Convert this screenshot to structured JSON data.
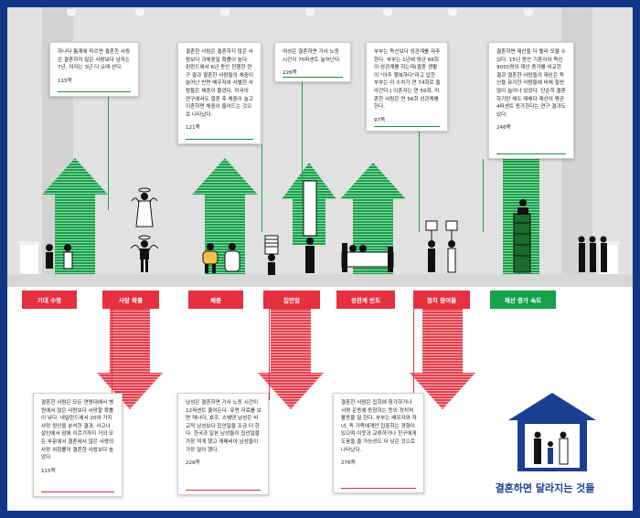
{
  "title": "결혼하면 달라지는 것들",
  "categories": [
    {
      "label": "기대 수명",
      "direction": "up"
    },
    {
      "label": "사망 확률",
      "direction": "down"
    },
    {
      "label": "체중",
      "direction": "up"
    },
    {
      "label": "집안일",
      "direction": "down"
    },
    {
      "label": "성관계 빈도",
      "direction": "up"
    },
    {
      "label": "정치 참여율",
      "direction": "down"
    },
    {
      "label": "재산 증가 속도",
      "direction": "up"
    }
  ],
  "notes_top": [
    {
      "text": "하나다 통계에 따르면 결혼한 사람은 결혼하지 않은 사람보다 남자는 7년, 여자는 3년 더 오래 산다.",
      "page": "115쪽"
    },
    {
      "text": "결혼한 사람은 결혼하지 않은 사람보다 과체중일 확률이 높다. 핀란드에서 6년 동안 진행한 연구 결과 결혼한 사람들의 체중이 늘어난 반면 배우자와 사별한 사람들은 체중이 줄었다. 미국의 연구에서도 결혼 후 체중이 늘고 이혼하면 체중이 줄어드는 것으로 나타났다.",
      "page": "121쪽"
    },
    {
      "text": "여성은 결혼하면 가사 노동 시간이 70퍼센트 늘어난다.",
      "page": "226쪽"
    },
    {
      "text": "부부는 독신보다 성관계를 자주 한다. 부부는 1년에 평균 66회의 성관계를 하는데(결혼 생활이 \"아주 행복하다\"라고 답한 부부는 이 수치가 연 74회로 올라간다.) 이혼자는 연 59회, 미혼한 사람은 연 56회 성관계를 한다.",
      "page": "97쪽"
    },
    {
      "text": "결혼하면 재산을 더 빨리 모을 수 있다. 15년 동안 기혼자와 독신 9055명의 재산 증가를 비교한 결과 결혼한 사람들의 재산은 독신을 유지한 사람들에 비해 힐씬 많이 늘어나 있었다. 단순히 결혼하기만 해도 매해다 재산이 평균 4퍼센트 증가한다는 연구 결과도 있다.",
      "page": "246쪽"
    }
  ],
  "notes_bottom": [
    {
      "text": "결혼한 사람은 모든 연령대에서 병원에서 많은 사람보다 사망할 확률이 낮다. 네덜란드에서 20여 가지 사망 원인을 분석한 결과, 사고나 살인에서 암에 이르기까지 거의 모든 부문에서 결혼에서 많은 사람의 사망 위험률이 결혼한 사람보다 높았다.",
      "page": "115쪽"
    },
    {
      "text": "남성은 결혼하면 가사 노동 시간이 12퍼센트 줄어든다. 유엔 자료를 보면 캐나다, 호주, 스웨덴 남성은 비교적 남성보다 집안일을 조금 더 한다. 한국과 일본 남성들이 집안일을 가장 적게 했고 캐페비아 남성들이 가장 많이 했다.",
      "page": "226쪽"
    },
    {
      "text": "결혼한 사람은 집회에 참가하거나 서명 운동에 동참하는 등의 정치적 활동을 덜 한다. 부부는 배우자와 자녀, 즉 가족에게만 집중하는 경향이 있으며 이웃과 교류하거나 친구에게 도움을 줄 가능성도 더 낮은 것으로 나타났다.",
      "page": "276쪽"
    }
  ],
  "colors": {
    "up": "#16a24a",
    "down": "#e53040",
    "brand": "#12358a",
    "wall": "#e1e1e1"
  },
  "icons": [
    "house-icon",
    "family-icon",
    "angel-figure-icon",
    "couple-figure-icon",
    "bed-icon",
    "protest-sign-icon",
    "money-stack-icon",
    "column-icon"
  ]
}
